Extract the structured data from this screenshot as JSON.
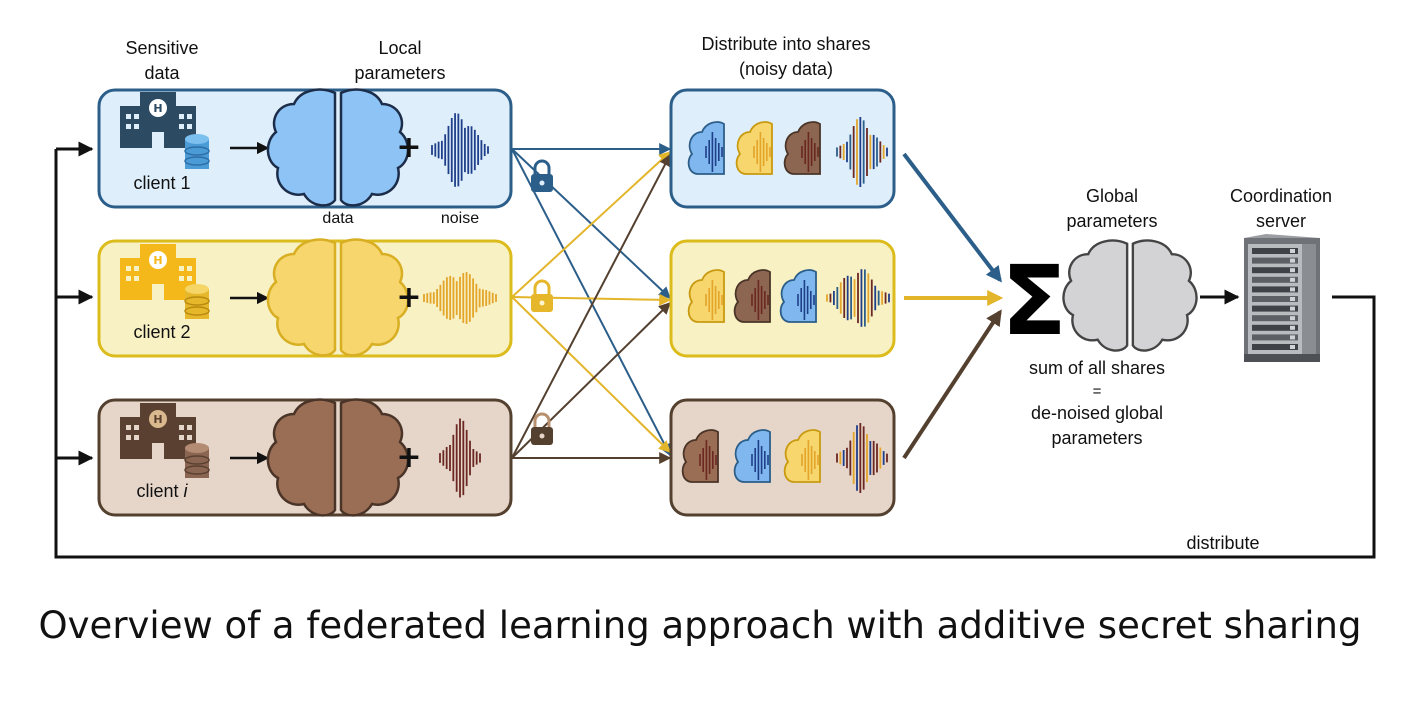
{
  "colors": {
    "blue_fill": "#dfeefb",
    "blue_stroke": "#2c5e8a",
    "blue_brain": "#8dc3f5",
    "blue_wave": "#1f3f8a",
    "yellow_fill": "#f8f1c4",
    "yellow_stroke": "#dcbc1c",
    "yellow_brain": "#f6d66d",
    "yellow_wave": "#e3a52a",
    "brown_fill": "#e6d6c9",
    "brown_stroke": "#54402f",
    "brown_brain": "#9a6e55",
    "brown_wave": "#6b2722",
    "gray_brain": "#d3d3d6"
  },
  "labels": {
    "sensitive_data": [
      "Sensitive",
      "data"
    ],
    "local_parameters": [
      "Local",
      "parameters"
    ],
    "distribute_shares": [
      "Distribute into shares",
      "(noisy data)"
    ],
    "global_parameters": [
      "Global",
      "parameters"
    ],
    "coordination_server": [
      "Coordination",
      "server"
    ],
    "data": "data",
    "noise": "noise",
    "plus": "+",
    "sigma": "Σ",
    "sum_lines": [
      "sum of all shares",
      "=",
      "de-noised global",
      "parameters"
    ],
    "distribute": "distribute",
    "caption": "Overview of a federated learning approach with additive secret sharing"
  },
  "clients": [
    {
      "prefix": "client ",
      "index": "1",
      "italic": false
    },
    {
      "prefix": "client ",
      "index": "2",
      "italic": false
    },
    {
      "prefix": "client ",
      "index": "i",
      "italic": true
    }
  ],
  "icons": [
    "hospital-icon",
    "database-icon",
    "brain-icon",
    "noise-wave-icon",
    "lock-icon",
    "server-icon"
  ]
}
